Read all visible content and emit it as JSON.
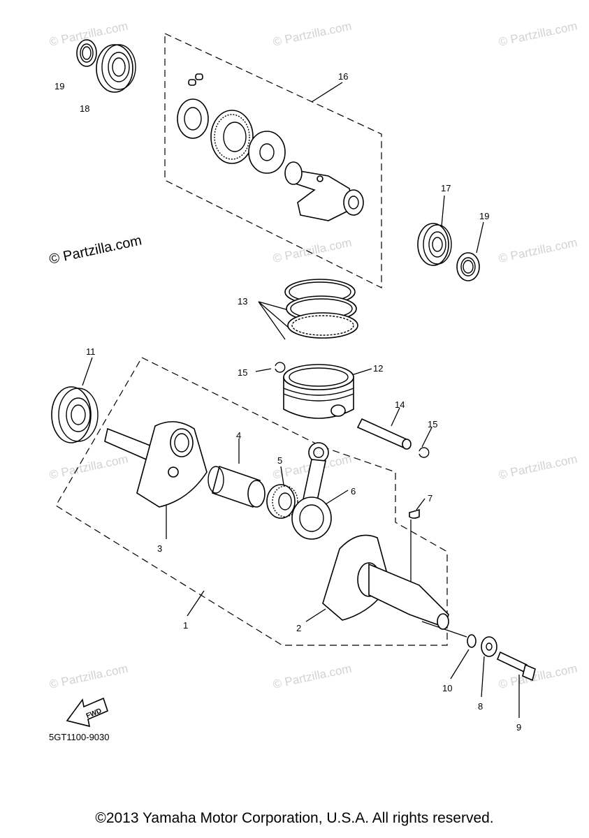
{
  "watermark": "© Partzilla.com",
  "callouts": [
    "1",
    "2",
    "3",
    "4",
    "5",
    "6",
    "7",
    "8",
    "9",
    "10",
    "11",
    "12",
    "13",
    "14",
    "15",
    "15",
    "16",
    "17",
    "18",
    "19",
    "19"
  ],
  "fwd_label": "FWD",
  "diagram_code": "5GT1100-9030",
  "copyright": "©2013 Yamaha Motor Corporation, U.S.A. All rights reserved."
}
